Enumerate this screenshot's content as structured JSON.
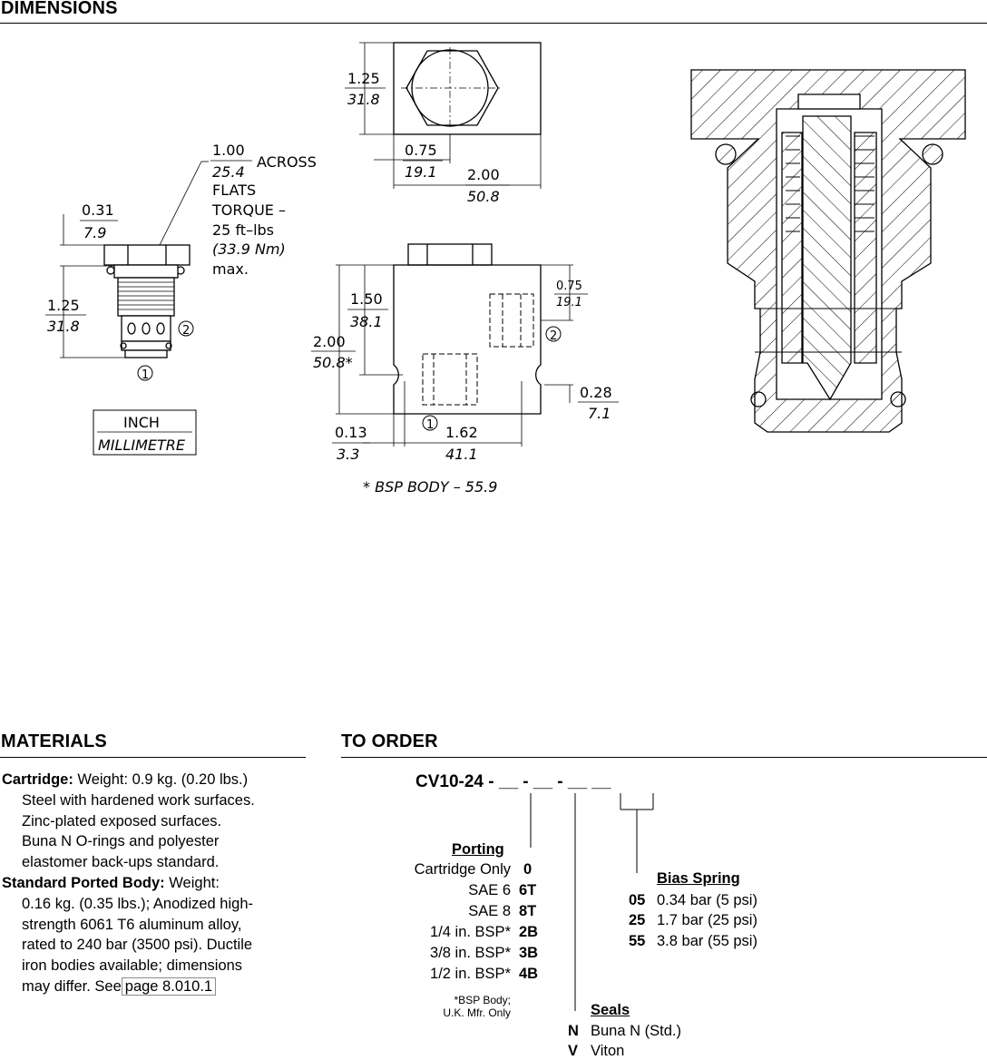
{
  "sections": {
    "dimensions": "DIMENSIONS",
    "materials": "MATERIALS",
    "to_order": "TO ORDER"
  },
  "drawing": {
    "dim_031_in": "0.31",
    "dim_031_mm": "7.9",
    "dim_125_in": "1.25",
    "dim_125_mm": "31.8",
    "across_in": "1.00",
    "across_mm": "25.4",
    "across_label": "ACROSS",
    "flats": "FLATS",
    "torque": "TORQUE –",
    "torque_ftlbs": "25 ft–lbs",
    "torque_nm": "(33.9 Nm)",
    "torque_max": "max.",
    "port1": "1",
    "port2": "2",
    "legend_inch": "INCH",
    "legend_mm": "MILLIMETRE",
    "top_h_in": "1.25",
    "top_h_mm": "31.8",
    "top_075_in": "0.75",
    "top_075_mm": "19.1",
    "top_200_in": "2.00",
    "top_200_mm": "50.8",
    "body_150_in": "1.50",
    "body_150_mm": "38.1",
    "body_200_in": "2.00",
    "body_200_mm": "50.8*",
    "body_075_in": "0.75",
    "body_075_mm": "19.1",
    "body_028_in": "0.28",
    "body_028_mm": "7.1",
    "body_013_in": "0.13",
    "body_013_mm": "3.3",
    "body_162_in": "1.62",
    "body_162_mm": "41.1",
    "bsp_note": "*  BSP  BODY  –  55.9"
  },
  "materials": {
    "cartridge_label": "Cartridge:",
    "cartridge_first": " Weight: 0.9 kg. (0.20 lbs.)",
    "cartridge_lines": [
      "Steel with hardened work surfaces.",
      "Zinc-plated exposed surfaces.",
      "Buna N O-rings and polyester",
      "elastomer back-ups standard."
    ],
    "body_label": "Standard Ported Body:",
    "body_first": " Weight:",
    "body_lines": [
      "0.16 kg. (0.35 lbs.); Anodized high-",
      "strength 6061 T6 aluminum alloy,",
      "rated to 240 bar (3500 psi). Ductile",
      "iron bodies available; dimensions"
    ],
    "body_last_prefix": "may differ. See",
    "page_link": "page 8.010.1"
  },
  "order": {
    "code": "CV10-24 - __ - __ - __ __",
    "porting_header": "Porting",
    "porting": [
      {
        "label": "Cartridge Only",
        "code": "0"
      },
      {
        "label": "SAE 6",
        "code": "6T"
      },
      {
        "label": "SAE 8",
        "code": "8T"
      },
      {
        "label": "1/4 in. BSP*",
        "code": "2B"
      },
      {
        "label": "3/8 in. BSP*",
        "code": "3B"
      },
      {
        "label": "1/2 in. BSP*",
        "code": "4B"
      }
    ],
    "bsp_note_1": "*BSP Body;",
    "bsp_note_2": "U.K. Mfr. Only",
    "seals_header": "Seals",
    "seals": [
      {
        "code": "N",
        "label": "Buna N (Std.)"
      },
      {
        "code": "V",
        "label": "Viton"
      }
    ],
    "spring_header": "Bias Spring",
    "spring": [
      {
        "code": "05",
        "label": "0.34 bar (5 psi)"
      },
      {
        "code": "25",
        "label": "1.7 bar (25 psi)"
      },
      {
        "code": "55",
        "label": "3.8 bar (55 psi)"
      }
    ]
  }
}
